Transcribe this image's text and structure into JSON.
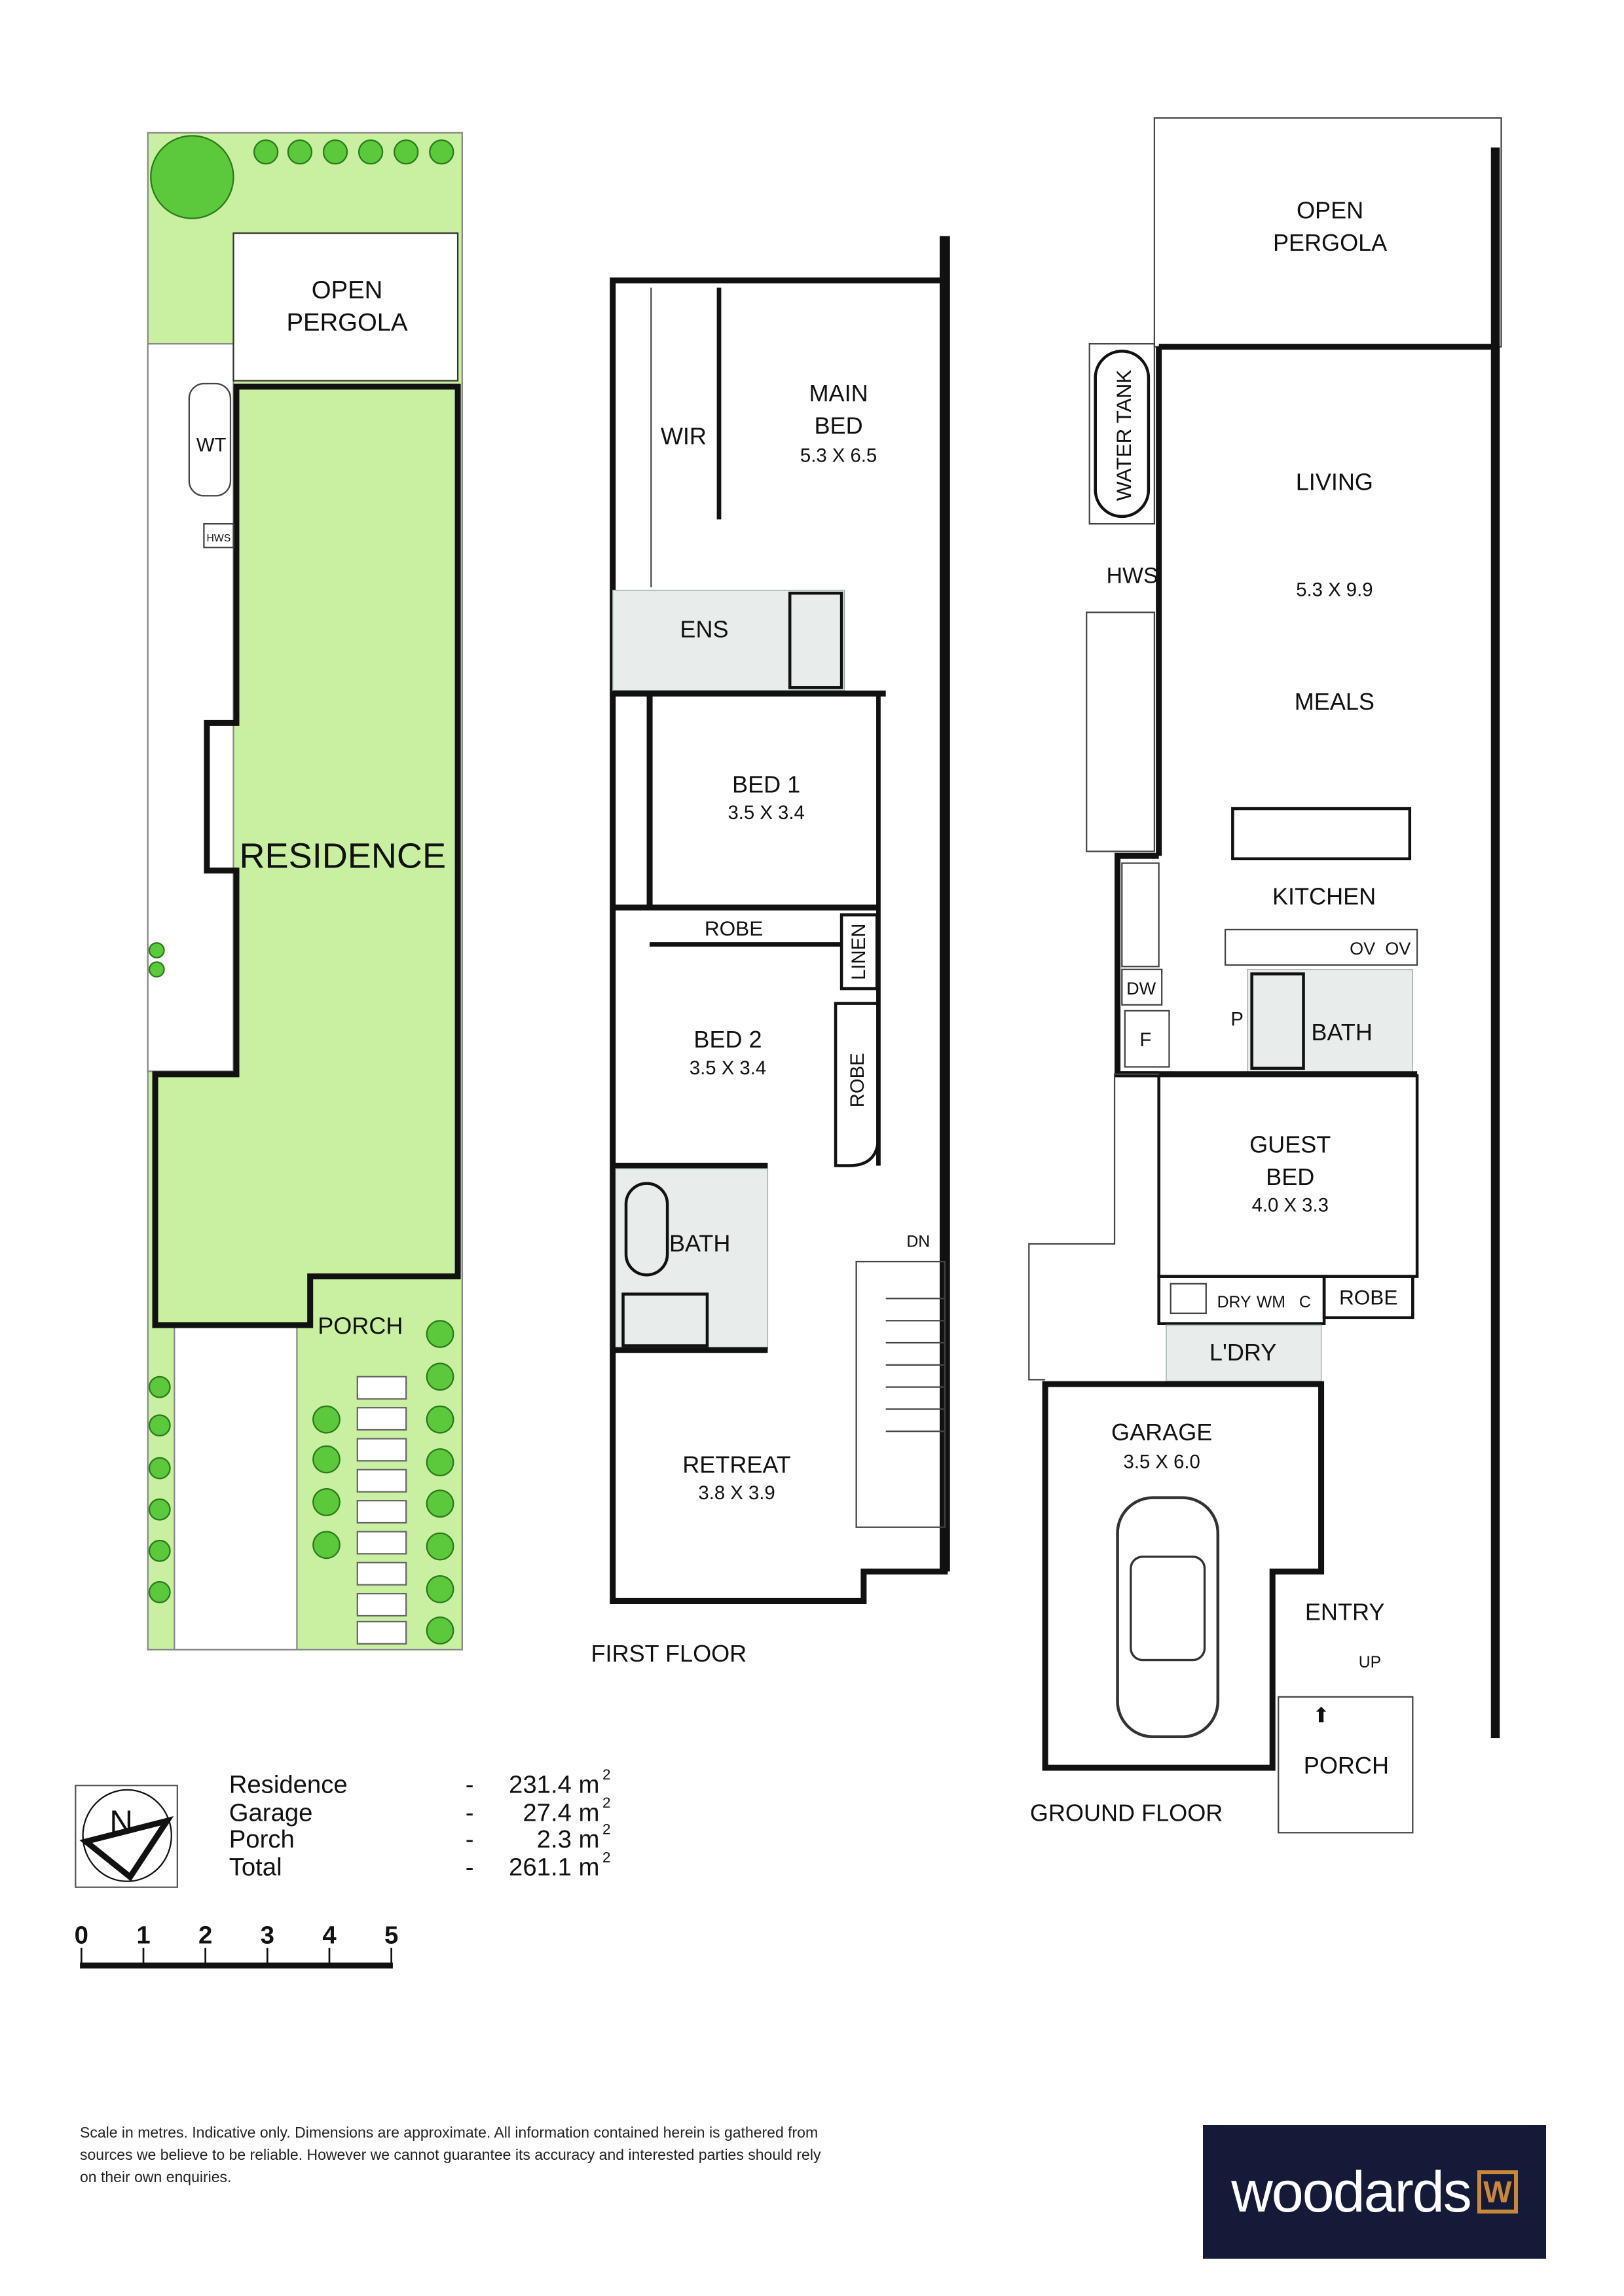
{
  "site_plan": {
    "open_pergola": [
      "OPEN",
      "PERGOLA"
    ],
    "wt": "WT",
    "hws": "HWS",
    "residence": "RESIDENCE",
    "porch": "PORCH",
    "lawn_color": "#c8f0a0",
    "tree_color": "#5cc83c"
  },
  "first_floor": {
    "title": "FIRST FLOOR",
    "wir": "WIR",
    "main_bed": [
      "MAIN",
      "BED",
      "5.3 X 6.5"
    ],
    "ens": "ENS",
    "bed1": [
      "BED 1",
      "3.5 X 3.4"
    ],
    "robe1": "ROBE",
    "linen": "LINEN",
    "bed2": [
      "BED 2",
      "3.5 X 3.4"
    ],
    "robe2": "ROBE",
    "bath": "BATH",
    "dn": "DN",
    "retreat": [
      "RETREAT",
      "3.8 X 3.9"
    ]
  },
  "ground_floor": {
    "title": "GROUND FLOOR",
    "open_pergola": [
      "OPEN",
      "PERGOLA"
    ],
    "water_tank": "WATER TANK",
    "hws": "HWS",
    "living": "LIVING",
    "living_dims": "5.3 X 9.9",
    "meals": "MEALS",
    "kitchen": "KITCHEN",
    "ov1": "OV",
    "ov2": "OV",
    "dw": "DW",
    "f": "F",
    "p": "P",
    "bath": "BATH",
    "guest_bed": [
      "GUEST",
      "BED",
      "4.0 X 3.3"
    ],
    "dry": "DRY",
    "wm": "WM",
    "c": "C",
    "robe": "ROBE",
    "laundry": "L'DRY",
    "garage": [
      "GARAGE",
      "3.5 X 6.0"
    ],
    "entry": "ENTRY",
    "up": "UP",
    "porch": "PORCH"
  },
  "areas": [
    {
      "label": "Residence",
      "sep": "-",
      "value": "231.4 m",
      "sup": "2"
    },
    {
      "label": "Garage",
      "sep": "-",
      "value": "27.4 m",
      "sup": "2"
    },
    {
      "label": "Porch",
      "sep": "-",
      "value": "2.3 m",
      "sup": "2"
    },
    {
      "label": "Total",
      "sep": "-",
      "value": "261.1 m",
      "sup": "2"
    }
  ],
  "north": "N",
  "scale_ticks": [
    "0",
    "1",
    "2",
    "3",
    "4",
    "5"
  ],
  "disclaimer": "Scale in metres. Indicative only. Dimensions are approximate. All information contained herein is gathered from sources we believe to be reliable. However we cannot guarantee its accuracy and interested parties should rely on their own enquiries.",
  "logo": {
    "word": "woodards",
    "mark": "W"
  }
}
